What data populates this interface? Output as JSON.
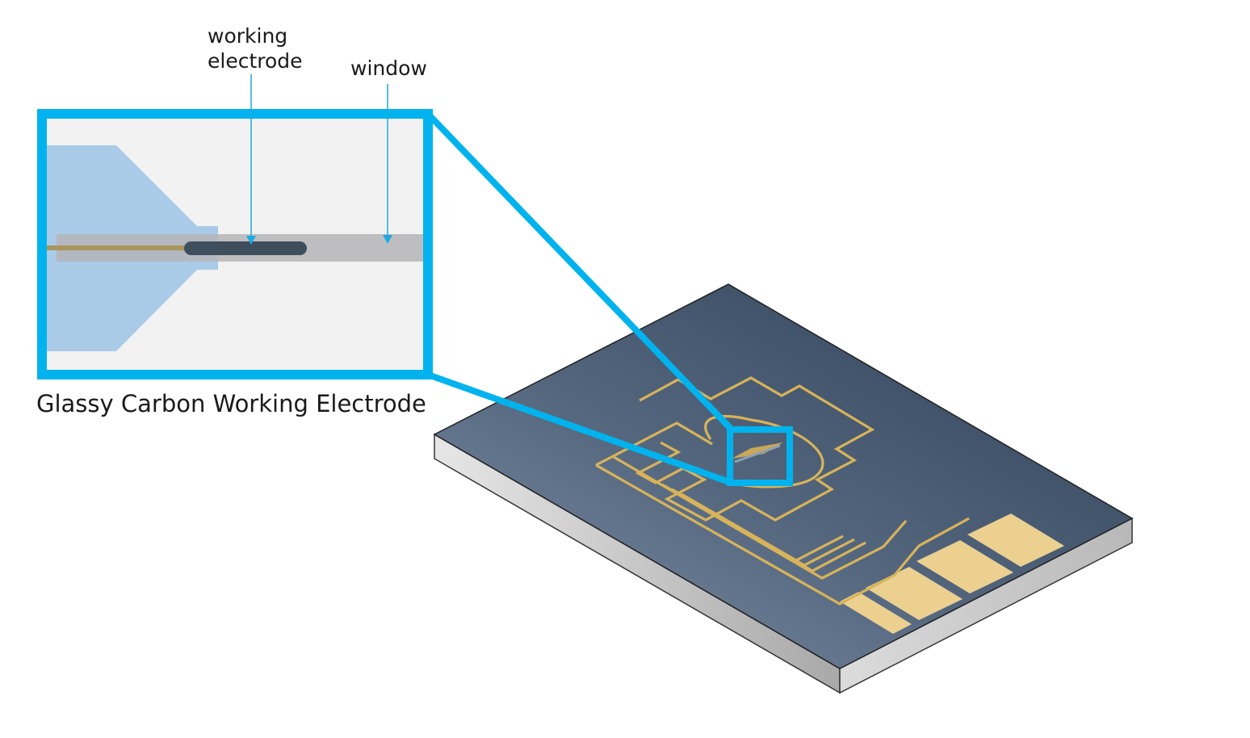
{
  "labels": {
    "working_electrode_line1": "working",
    "working_electrode_line2": "electrode",
    "window": "window",
    "caption": "Glassy Carbon  Working Electrode"
  },
  "colors": {
    "callout_border": "#00b3ee",
    "pointer": "#1fa9e0",
    "glass_panel": "#f2f2f2",
    "contact_pad_blue": "#a9cbe8",
    "window_strip": "#b5b5b9",
    "electrode": "#3f4e5c",
    "gold_trace": "#d8b35a",
    "gold_pad": "#ecd090",
    "chip_top_dark": "#364a60",
    "chip_top_light": "#7b8da3",
    "chip_side": "#cfcfcf"
  },
  "icons": {
    "callout": "zoom-callout-box",
    "chip": "electrode-chip-illustration"
  }
}
